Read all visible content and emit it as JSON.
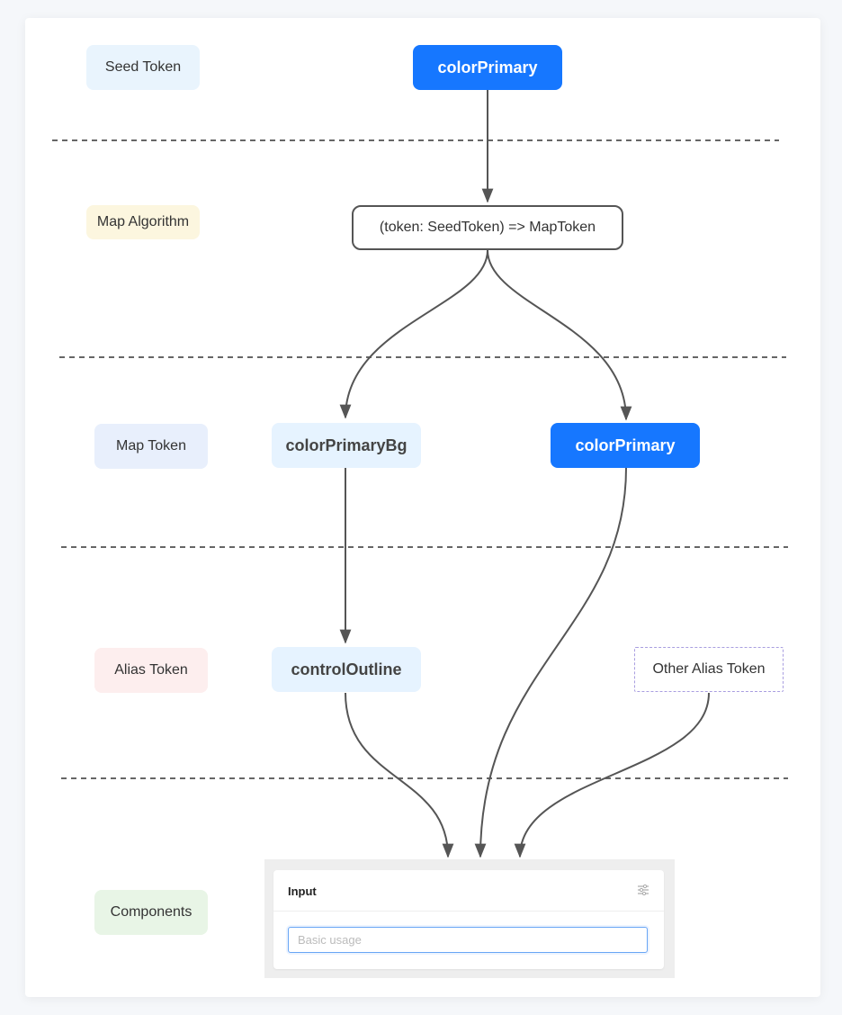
{
  "layers": {
    "seed": "Seed Token",
    "map_algorithm": "Map Algorithm",
    "map_token": "Map Token",
    "alias_token": "Alias Token",
    "components": "Components"
  },
  "nodes": {
    "seed_color_primary": "colorPrimary",
    "algorithm": "(token: SeedToken) => MapToken",
    "map_color_primary_bg": "colorPrimaryBg",
    "map_color_primary": "colorPrimary",
    "alias_control_outline": "controlOutline",
    "alias_other": "Other Alias Token"
  },
  "component_preview": {
    "title": "Input",
    "input_placeholder": "Basic usage",
    "input_value": ""
  },
  "colors": {
    "primary": "#1677ff",
    "light_node": "#e6f3ff",
    "arrow": "#555555"
  }
}
